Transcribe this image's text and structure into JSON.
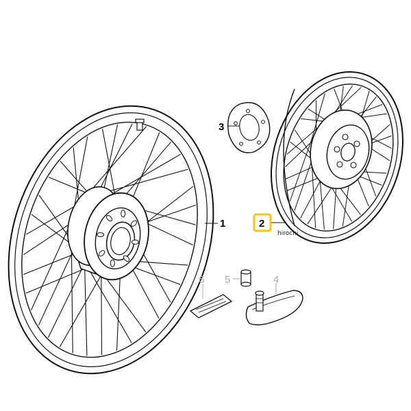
{
  "callouts": [
    {
      "id": "1",
      "label": "1",
      "highlight": false,
      "muted": false
    },
    {
      "id": "2",
      "label": "2",
      "highlight": true,
      "muted": false
    },
    {
      "id": "3",
      "label": "3",
      "highlight": false,
      "muted": false
    },
    {
      "id": "4",
      "label": "4",
      "highlight": false,
      "muted": true
    },
    {
      "id": "5",
      "label": "5",
      "highlight": false,
      "muted": true
    },
    {
      "id": "6",
      "label": "6",
      "highlight": false,
      "muted": true
    }
  ],
  "watermark": "hirochi",
  "colors": {
    "highlight": "#f6c21b",
    "line": "#111111",
    "muted": "#a8a8a8"
  },
  "front_wheel_spokes": 36,
  "rear_wheel_spokes": 36
}
